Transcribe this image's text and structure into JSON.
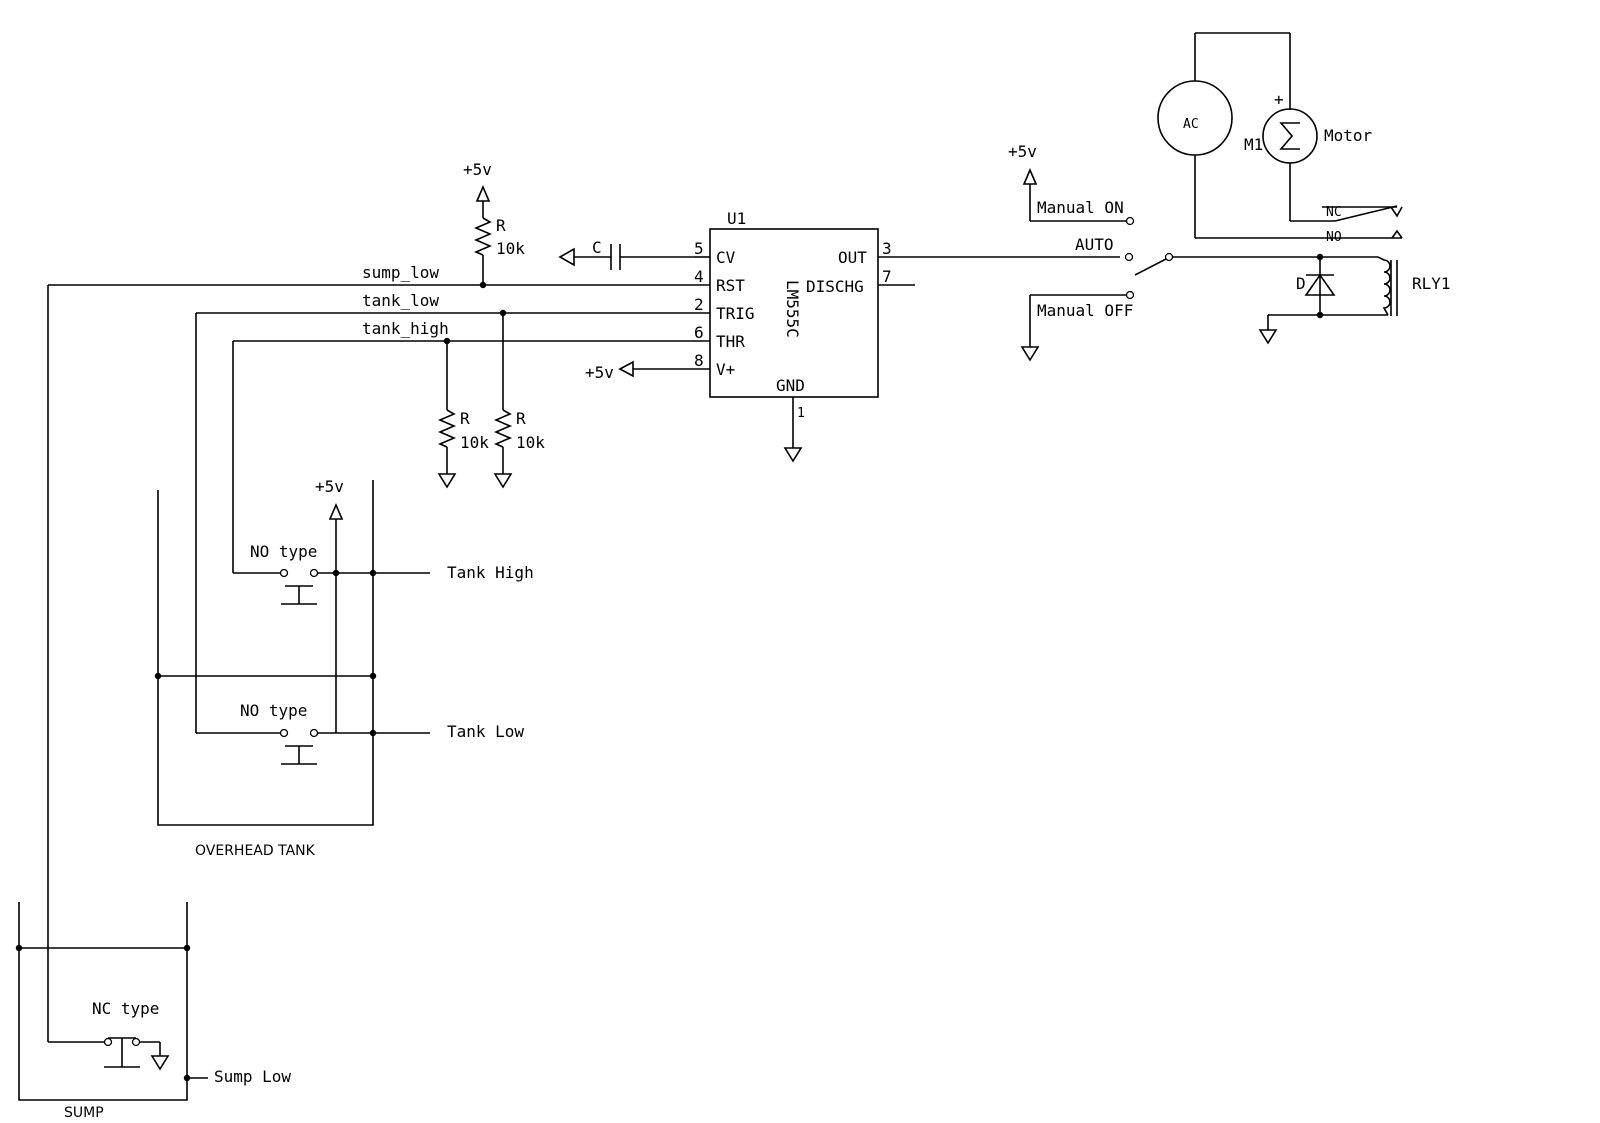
{
  "power": {
    "vcc": "+5v"
  },
  "resistors": {
    "designator": "R",
    "value": "10k"
  },
  "capacitor": {
    "designator": "C"
  },
  "ic": {
    "ref": "U1",
    "part": "LM555C",
    "pins": {
      "cv": "CV",
      "rst": "RST",
      "trig": "TRIG",
      "thr": "THR",
      "vplus": "V+",
      "out": "OUT",
      "dischg": "DISCHG",
      "gnd": "GND"
    },
    "pin_numbers": {
      "cv": "5",
      "rst": "4",
      "trig": "2",
      "thr": "6",
      "vplus": "8",
      "out": "3",
      "dischg": "7",
      "gnd": "1"
    }
  },
  "nets": {
    "sump_low": "sump_low",
    "tank_low": "tank_low",
    "tank_high": "tank_high"
  },
  "switch": {
    "manual_on": "Manual ON",
    "auto": "AUTO",
    "manual_off": "Manual OFF"
  },
  "relay": {
    "ref": "RLY1",
    "nc": "NC",
    "no": "NO",
    "diode": "D"
  },
  "motor": {
    "source": "AC",
    "ref": "M1",
    "label": "Motor",
    "plus": "+"
  },
  "tank": {
    "name": "OVERHEAD TANK",
    "switch_type": "NO type",
    "high_label": "Tank High",
    "low_label": "Tank Low"
  },
  "sump": {
    "name": "SUMP",
    "switch_type": "NC type",
    "low_label": "Sump Low"
  }
}
